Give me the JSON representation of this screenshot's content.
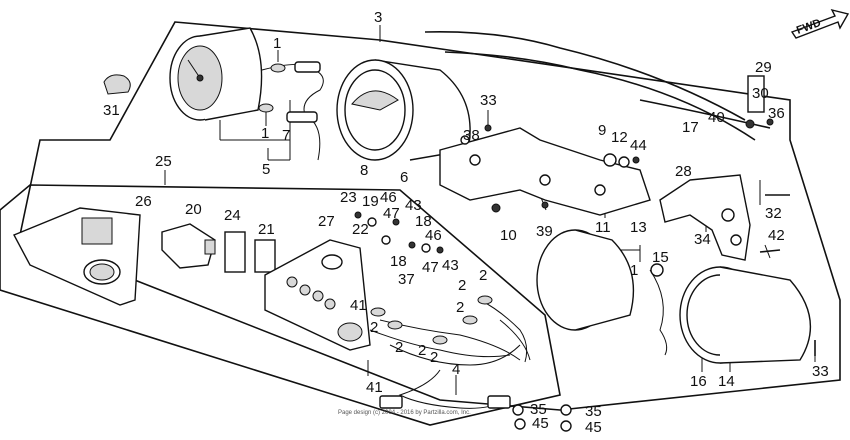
{
  "direction_label": "FWD",
  "copyright": "Page design (c) 2004 - 2016 by Partzilla.com, Inc.",
  "callouts": [
    {
      "id": "c3",
      "text": "3"
    },
    {
      "id": "c31",
      "text": "31"
    },
    {
      "id": "c1a",
      "text": "1"
    },
    {
      "id": "c1b",
      "text": "1"
    },
    {
      "id": "c5",
      "text": "5"
    },
    {
      "id": "c7",
      "text": "7"
    },
    {
      "id": "c8",
      "text": "8"
    },
    {
      "id": "c6",
      "text": "6"
    },
    {
      "id": "c33a",
      "text": "33"
    },
    {
      "id": "c38",
      "text": "38"
    },
    {
      "id": "c29",
      "text": "29"
    },
    {
      "id": "c30",
      "text": "30"
    },
    {
      "id": "c36",
      "text": "36"
    },
    {
      "id": "c40",
      "text": "40"
    },
    {
      "id": "c17",
      "text": "17"
    },
    {
      "id": "c9",
      "text": "9"
    },
    {
      "id": "c12",
      "text": "12"
    },
    {
      "id": "c44",
      "text": "44"
    },
    {
      "id": "c25",
      "text": "25"
    },
    {
      "id": "c23",
      "text": "23"
    },
    {
      "id": "c19",
      "text": "19"
    },
    {
      "id": "c46a",
      "text": "46"
    },
    {
      "id": "c43a",
      "text": "43"
    },
    {
      "id": "c47a",
      "text": "47"
    },
    {
      "id": "c18a",
      "text": "18"
    },
    {
      "id": "c22",
      "text": "22"
    },
    {
      "id": "c18b",
      "text": "18"
    },
    {
      "id": "c46b",
      "text": "46"
    },
    {
      "id": "c37",
      "text": "37"
    },
    {
      "id": "c47b",
      "text": "47"
    },
    {
      "id": "c43b",
      "text": "43"
    },
    {
      "id": "c28",
      "text": "28"
    },
    {
      "id": "c26",
      "text": "26"
    },
    {
      "id": "c20",
      "text": "20"
    },
    {
      "id": "c24",
      "text": "24"
    },
    {
      "id": "c21",
      "text": "21"
    },
    {
      "id": "c27",
      "text": "27"
    },
    {
      "id": "c10",
      "text": "10"
    },
    {
      "id": "c39",
      "text": "39"
    },
    {
      "id": "c11",
      "text": "11"
    },
    {
      "id": "c32",
      "text": "32"
    },
    {
      "id": "c34",
      "text": "34"
    },
    {
      "id": "c42",
      "text": "42"
    },
    {
      "id": "c13",
      "text": "13"
    },
    {
      "id": "c1c",
      "text": "1"
    },
    {
      "id": "c15",
      "text": "15"
    },
    {
      "id": "c2a",
      "text": "2"
    },
    {
      "id": "c2b",
      "text": "2"
    },
    {
      "id": "c2c",
      "text": "2"
    },
    {
      "id": "c41a",
      "text": "41"
    },
    {
      "id": "c2d",
      "text": "2"
    },
    {
      "id": "c2e",
      "text": "2"
    },
    {
      "id": "c2f",
      "text": "2"
    },
    {
      "id": "c2g",
      "text": "2"
    },
    {
      "id": "c41b",
      "text": "41"
    },
    {
      "id": "c4",
      "text": "4"
    },
    {
      "id": "c35a",
      "text": "35"
    },
    {
      "id": "c35b",
      "text": "35"
    },
    {
      "id": "c45a",
      "text": "45"
    },
    {
      "id": "c45b",
      "text": "45"
    },
    {
      "id": "c16",
      "text": "16"
    },
    {
      "id": "c14",
      "text": "14"
    },
    {
      "id": "c33b",
      "text": "33"
    }
  ]
}
